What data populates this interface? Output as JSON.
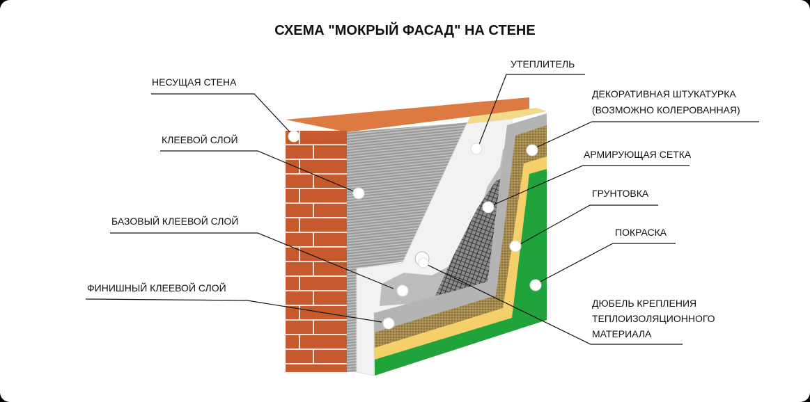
{
  "title": "СХЕМА \"МОКРЫЙ ФАСАД\" НА СТЕНЕ",
  "labels": {
    "load_bearing_wall": "НЕСУЩАЯ СТЕНА",
    "adhesive_layer": "КЛЕЕВОЙ СЛОЙ",
    "base_adhesive_layer": "БАЗОВЫЙ КЛЕЕВОЙ СЛОЙ",
    "finish_adhesive_layer": "ФИНИШНЫЙ КЛЕЕВОЙ СЛОЙ",
    "insulation": "УТЕПЛИТЕЛЬ",
    "decorative_plaster_1": "ДЕКОРАТИВНАЯ ШТУКАТУРКА",
    "decorative_plaster_2": "(ВОЗМОЖНО КОЛЕРОВАННАЯ)",
    "reinforcing_mesh": "АРМИРУЮЩАЯ СЕТКА",
    "primer": "ГРУНТОВКА",
    "paint": "ПОКРАСКА",
    "dowel_1": "ДЮБЕЛЬ КРЕПЛЕНИЯ",
    "dowel_2": "ТЕПЛОИЗОЛЯЦИОННОГО",
    "dowel_3": "МАТЕРИАЛА"
  },
  "colors": {
    "brick": "#c65a2c",
    "brick_top": "#dc7a42",
    "plaster_gray": "#a3a3a3",
    "insulation": "#f4f4f4",
    "decor": "#a48a4e",
    "primer": "#f5cf6a",
    "paint": "#1fa33a"
  }
}
